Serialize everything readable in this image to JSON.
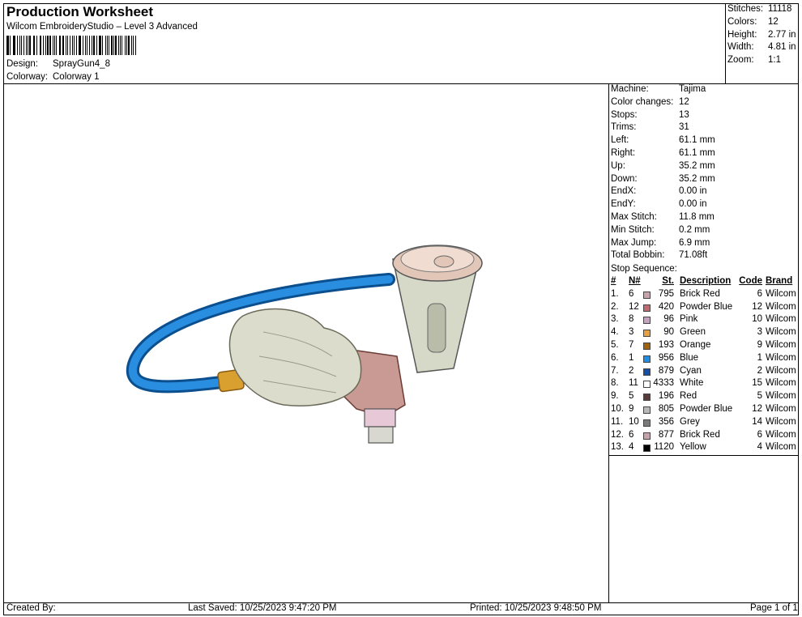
{
  "header": {
    "title": "Production Worksheet",
    "subtitle": "Wilcom EmbroideryStudio – Level 3 Advanced",
    "design_label": "Design:",
    "design_value": "SprayGun4_8",
    "colorway_label": "Colorway:",
    "colorway_value": "Colorway 1"
  },
  "summary": [
    {
      "label": "Stitches:",
      "value": "11118"
    },
    {
      "label": "Colors:",
      "value": "12"
    },
    {
      "label": "Height:",
      "value": "2.77 in"
    },
    {
      "label": "Width:",
      "value": "4.81 in"
    },
    {
      "label": "Zoom:",
      "value": "1:1"
    }
  ],
  "machine_info": [
    {
      "label": "Machine:",
      "value": "Tajima"
    },
    {
      "label": "Color changes:",
      "value": "12"
    },
    {
      "label": "Stops:",
      "value": "13"
    },
    {
      "label": "Trims:",
      "value": "31"
    },
    {
      "label": "Left:",
      "value": "61.1 mm"
    },
    {
      "label": "Right:",
      "value": "61.1 mm"
    },
    {
      "label": "Up:",
      "value": "35.2 mm"
    },
    {
      "label": "Down:",
      "value": "35.2 mm"
    },
    {
      "label": "EndX:",
      "value": "0.00 in"
    },
    {
      "label": "EndY:",
      "value": "0.00 in"
    },
    {
      "label": "Max Stitch:",
      "value": "11.8 mm"
    },
    {
      "label": "Min Stitch:",
      "value": "0.2 mm"
    },
    {
      "label": "Max Jump:",
      "value": "6.9 mm"
    },
    {
      "label": "Total Bobbin:",
      "value": "71.08ft"
    }
  ],
  "stop_sequence": {
    "title": "Stop Sequence:",
    "headers": {
      "num": "#",
      "n": "N#",
      "st": "St.",
      "description": "Description",
      "code": "Code",
      "brand": "Brand"
    },
    "rows": [
      {
        "num": "1.",
        "n": "6",
        "color": "#c9a3ac",
        "st": "795",
        "description": "Brick Red",
        "code": "6",
        "brand": "Wilcom"
      },
      {
        "num": "2.",
        "n": "12",
        "color": "#c06a70",
        "st": "420",
        "description": "Powder Blue",
        "code": "12",
        "brand": "Wilcom"
      },
      {
        "num": "3.",
        "n": "8",
        "color": "#c8a0c0",
        "st": "96",
        "description": "Pink",
        "code": "10",
        "brand": "Wilcom"
      },
      {
        "num": "4.",
        "n": "3",
        "color": "#e8a040",
        "st": "90",
        "description": "Green",
        "code": "3",
        "brand": "Wilcom"
      },
      {
        "num": "5.",
        "n": "7",
        "color": "#a0620a",
        "st": "193",
        "description": "Orange",
        "code": "9",
        "brand": "Wilcom"
      },
      {
        "num": "6.",
        "n": "1",
        "color": "#1e8ee8",
        "st": "956",
        "description": "Blue",
        "code": "1",
        "brand": "Wilcom"
      },
      {
        "num": "7.",
        "n": "2",
        "color": "#1450a8",
        "st": "879",
        "description": "Cyan",
        "code": "2",
        "brand": "Wilcom"
      },
      {
        "num": "8.",
        "n": "11",
        "color": "#ffffff",
        "st": "4333",
        "description": "White",
        "code": "15",
        "brand": "Wilcom"
      },
      {
        "num": "9.",
        "n": "5",
        "color": "#5a3a3a",
        "st": "196",
        "description": "Red",
        "code": "5",
        "brand": "Wilcom"
      },
      {
        "num": "10.",
        "n": "9",
        "color": "#b8b8b8",
        "st": "805",
        "description": "Powder Blue",
        "code": "12",
        "brand": "Wilcom"
      },
      {
        "num": "11.",
        "n": "10",
        "color": "#7a7a7a",
        "st": "356",
        "description": "Grey",
        "code": "14",
        "brand": "Wilcom"
      },
      {
        "num": "12.",
        "n": "6",
        "color": "#c9a3ac",
        "st": "877",
        "description": "Brick Red",
        "code": "6",
        "brand": "Wilcom"
      },
      {
        "num": "13.",
        "n": "4",
        "color": "#000000",
        "st": "1120",
        "description": "Yellow",
        "code": "4",
        "brand": "Wilcom"
      }
    ]
  },
  "footer": {
    "created_by": "Created By:",
    "last_saved": "Last Saved: 10/25/2023 9:47:20 PM",
    "printed": "Printed: 10/25/2023 9:48:50 PM",
    "page": "Page 1 of 1"
  },
  "colors": {
    "hose": "#1e7fd0",
    "hose_dark": "#0c4f8e",
    "fitting": "#d9a030",
    "glove": "#dcdccc",
    "gun_body": "#c99a94",
    "cup": "#d6d9c8",
    "lid": "#d8b6a4"
  }
}
